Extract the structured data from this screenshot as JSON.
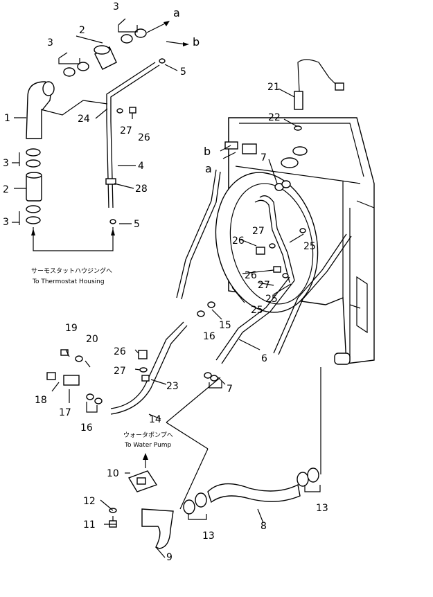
{
  "notes": {
    "thermostat_jp": "サーモスタットハウジングへ",
    "thermostat_en": "To Thermostat Housing",
    "pump_jp": "ウォータポンプへ",
    "pump_en": "To Water Pump"
  },
  "letters": {
    "a": "a",
    "b": "b"
  },
  "parts": {
    "p1": "1",
    "p2": "2",
    "p3": "3",
    "p4": "4",
    "p5": "5",
    "p6": "6",
    "p7": "7",
    "p8": "8",
    "p9": "9",
    "p10": "10",
    "p11": "11",
    "p12": "12",
    "p13": "13",
    "p14": "14",
    "p15": "15",
    "p16": "16",
    "p17": "17",
    "p18": "18",
    "p19": "19",
    "p20": "20",
    "p21": "21",
    "p22": "22",
    "p23": "23",
    "p24": "24",
    "p25": "25",
    "p26": "26",
    "p27": "27",
    "p28": "28"
  }
}
